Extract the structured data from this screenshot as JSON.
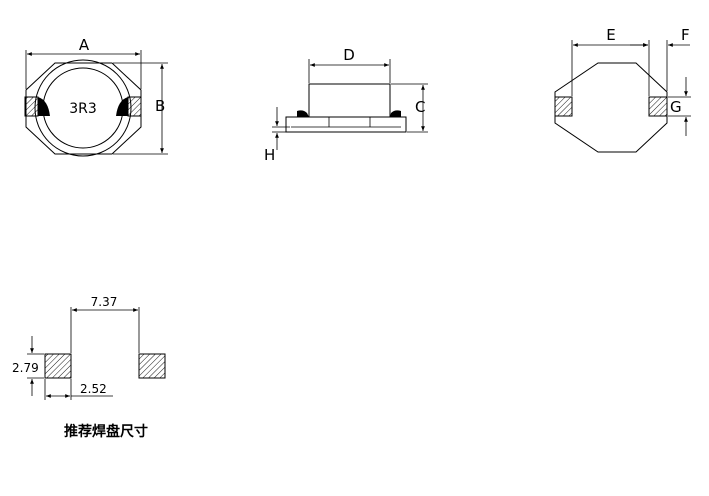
{
  "top_view": {
    "marking": "3R3",
    "dim_labels": {
      "a": "A",
      "b": "B"
    }
  },
  "side_view": {
    "dim_labels": {
      "d": "D",
      "c": "C",
      "h": "H"
    }
  },
  "bottom_view": {
    "dim_labels": {
      "e": "E",
      "f": "F",
      "g": "G"
    }
  },
  "pad_layout": {
    "width_label": "2.52",
    "height_label": "2.79",
    "spacing_label": "7.37",
    "caption": "推荐焊盘尺寸"
  }
}
